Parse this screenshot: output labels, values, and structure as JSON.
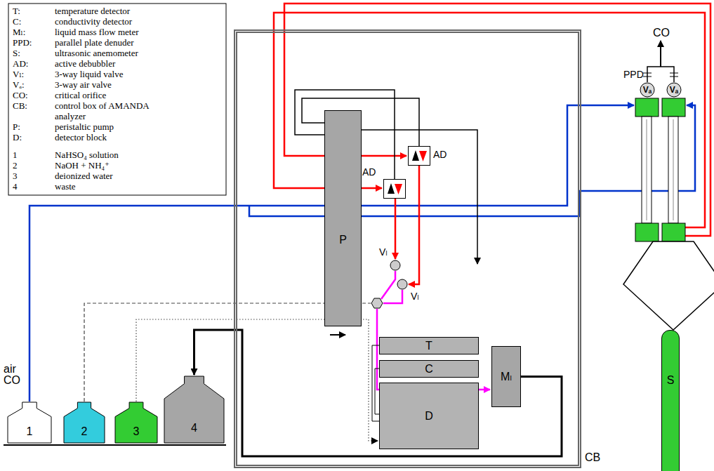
{
  "diagram": {
    "nodes": [
      {
        "text": [
          "CB"
        ]
      },
      {
        "text": [
          "P"
        ],
        "in": 0
      },
      {
        "text": [
          "AD"
        ],
        "in": 0
      },
      {
        "text": [
          "AD"
        ],
        "in": 0
      },
      {
        "text": [
          "Vₗ"
        ],
        "in": 0
      },
      {
        "text": [
          "Vₗ"
        ],
        "in": 0
      },
      {
        "text": [
          "T"
        ],
        "in": 0
      },
      {
        "text": [
          "C"
        ],
        "in": 0
      },
      {
        "text": [
          "D"
        ],
        "in": 0
      },
      {
        "text": [
          "Mₗ"
        ],
        "in": 0
      },
      {
        "text": [
          "1"
        ]
      },
      {
        "text": [
          "2"
        ]
      },
      {
        "text": [
          "3"
        ]
      },
      {
        "text": [
          "4"
        ]
      },
      {
        "text": [
          "Vₐ"
        ]
      },
      {
        "text": [
          "Vₐ"
        ]
      },
      {
        "text": [
          "S"
        ]
      }
    ],
    "edges": [
      {
        "from": 3,
        "to": 4,
        "arrow": "to"
      },
      {
        "from": 2,
        "to": 5,
        "arrow": "to"
      },
      {
        "from": 9,
        "to": 13,
        "arrow": "to"
      }
    ],
    "labels": [
      "T:",
      "temperature detector",
      "C:",
      "conductivity detector",
      "Mₗ:",
      "liquid mass flow meter",
      "PPD:",
      "parallel plate denuder",
      "S:",
      "ultrasonic anemometer",
      "AD:",
      "active debubbler",
      "Vₗ:",
      "3-way liquid valve",
      "Vₐ:",
      "3-way air valve",
      "CO:",
      "critical orifice",
      "CB:",
      "control box of AMANDA analyzer",
      "P:",
      "peristaltic pump",
      "D:",
      "detector block",
      "1",
      "NaHSO₄ solution",
      "2",
      "NaOH + NH₄⁺",
      "3",
      "deionized water",
      "4",
      "waste",
      "air",
      "CO",
      "CO",
      "PPD"
    ]
  }
}
